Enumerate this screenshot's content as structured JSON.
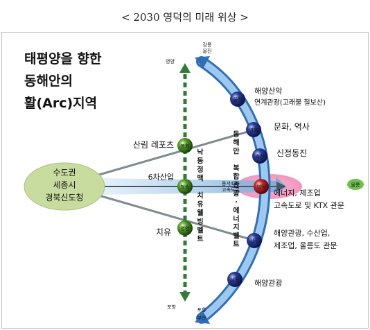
{
  "caption": "< 2030 영덕의 미래 위상 >",
  "title_lines": [
    "태평양을 향한",
    "동해안의",
    "활(Arc)지역"
  ],
  "title_color": "#1e2f8e",
  "source_region": {
    "lines": [
      "수도권",
      "세종시",
      "경북신도청"
    ],
    "color": "#c9dca0"
  },
  "vertical_axis": {
    "top": "영양",
    "bottom": "포항",
    "belt_label": "낙동정맥 치유웰빙벨트",
    "nodes": [
      {
        "label": "봉화",
        "side_label": "산림 레포츠"
      },
      {
        "label": "청송",
        "side_label": "6차산업"
      },
      {
        "label": "영양",
        "side_label": "치유"
      }
    ],
    "color": "#2e7d32"
  },
  "arc": {
    "top_label": [
      "강릉",
      "울진"
    ],
    "bottom_label": [
      "포항",
      "부산"
    ],
    "belt_label": "동해안 복합관광·에너지벨트",
    "color": "#5b9bd5",
    "nodes": [
      {
        "label": "울진",
        "desc": [
          "해양산악",
          "연계관광(고래불 철보산)"
        ]
      },
      {
        "label": "영해",
        "desc": [
          "문화, 역사"
        ]
      },
      {
        "label": "축산",
        "desc": [
          "신정동진"
        ]
      },
      {
        "label": "영덕",
        "desc": [
          "에너지, 제조업",
          "고속도로 및 KTX 관문"
        ]
      },
      {
        "label": "강구",
        "desc": [
          "해양관광, 수산업,",
          "제조업, 울릉도 관문"
        ]
      },
      {
        "label": "남정",
        "desc": [
          "해양관광"
        ]
      }
    ]
  },
  "east_arrow": {
    "inner_label": [
      "동서4축",
      "고속도로"
    ],
    "destination": "울릉"
  },
  "colors": {
    "node_dark": "#1a237e",
    "highlight": "#c62828",
    "pink": "#f4a6c8"
  }
}
